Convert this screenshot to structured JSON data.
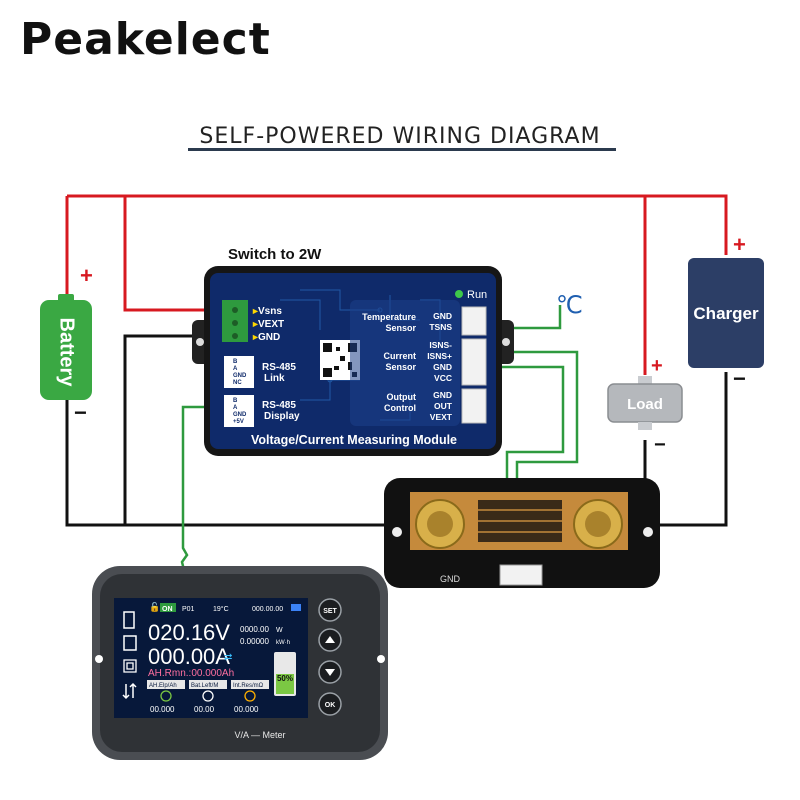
{
  "brand": "Peakelect",
  "diagram_title": "SELF-POWERED WIRING DIAGRAM",
  "battery": {
    "label": "Battery",
    "plus": "+",
    "minus": "−"
  },
  "charger": {
    "label": "Charger",
    "plus": "+",
    "minus": "−"
  },
  "load": {
    "label": "Load",
    "plus": "+",
    "minus": "−"
  },
  "temp_unit": "℃",
  "module": {
    "switch_note": "Switch to 2W",
    "run_label": "Run",
    "left_terminals": [
      "Vsns",
      "VEXT",
      "GND"
    ],
    "rs485_link": {
      "pins": [
        "B",
        "A",
        "GND",
        "NC"
      ],
      "label_1": "RS-485",
      "label_2": "Link"
    },
    "rs485_display": {
      "pins": [
        "B",
        "A",
        "GND",
        "+5V"
      ],
      "label_1": "RS-485",
      "label_2": "Display"
    },
    "temp_sensor": {
      "label_1": "Temperature",
      "label_2": "Sensor",
      "pins": [
        "GND",
        "TSNS"
      ]
    },
    "current_sensor": {
      "label_1": "Current",
      "label_2": "Sensor",
      "pins": [
        "ISNS-",
        "ISNS+",
        "GND",
        "VCC"
      ]
    },
    "output_control": {
      "label_1": "Output",
      "label_2": "Control",
      "pins": [
        "GND",
        "OUT",
        "VEXT"
      ]
    },
    "module_name": "Voltage/Current Measuring Module"
  },
  "shunt": {
    "gnd_label": "GND"
  },
  "meter": {
    "status": {
      "on": "ON",
      "profile": "P01",
      "temp": "19°C",
      "time": "000.00.00"
    },
    "voltage": "020.16V",
    "current": "000.00A",
    "power_value": "0000.00",
    "power_unit": "W",
    "energy_value": "0.00000",
    "energy_unit": "kW·h",
    "ah_line": "AH.Rmn.:00.000Ah",
    "battery_percent": "50%",
    "footer_labels": [
      "AH.Elp/Ah",
      "Bat.Left/M",
      "Int.Res/mΩ"
    ],
    "footer_values": [
      "00.000",
      "00.00",
      "00.000"
    ],
    "buttons": [
      "SET",
      "",
      "",
      "OK"
    ],
    "brand_label": "V/A — Meter"
  },
  "colors": {
    "positive_wire": "#d71920",
    "negative_wire": "#111111",
    "signal_wire": "#2e9a3e",
    "battery_green": "#3aa843",
    "charger_blue": "#2c3e66",
    "module_blue": "#0f2a6a",
    "display_bg": "#07183a",
    "display_text": "#ffffff"
  }
}
